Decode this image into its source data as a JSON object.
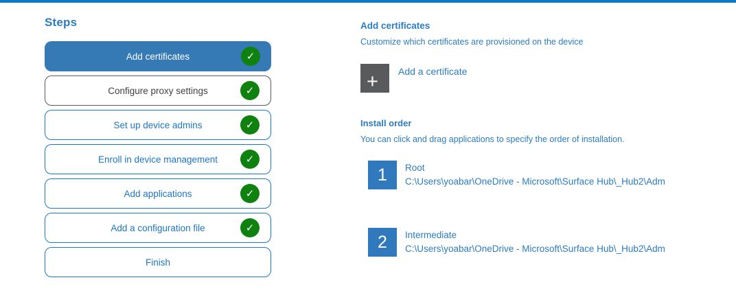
{
  "colors": {
    "accent_bar": "#0f7ac4",
    "active_step_bg": "#3579b5",
    "step_outline_blue": "#1a78d0",
    "step_outline_gray": "#58595b",
    "check_green": "#0e810e",
    "link_blue": "#2b7cc1",
    "tile_gray": "#595a5c",
    "tile_blue": "#3079bc"
  },
  "icons": {
    "check": "✓",
    "plus": "+"
  },
  "sidebar": {
    "title": "Steps",
    "steps": [
      {
        "label": "Add certificates",
        "completed": true,
        "active": true
      },
      {
        "label": "Configure proxy settings",
        "completed": true,
        "active": false
      },
      {
        "label": "Set up device admins",
        "completed": true,
        "active": false
      },
      {
        "label": "Enroll in device management",
        "completed": true,
        "active": false
      },
      {
        "label": "Add applications",
        "completed": true,
        "active": false
      },
      {
        "label": "Add a configuration file",
        "completed": true,
        "active": false
      },
      {
        "label": "Finish",
        "completed": false,
        "active": false
      }
    ]
  },
  "main": {
    "section": {
      "title": "Add certificates",
      "subtitle": "Customize which certificates are provisioned on the device"
    },
    "add_button": {
      "label": "Add a certificate"
    },
    "install_order": {
      "title": "Install order",
      "subtitle": "You can click and drag applications to specify the order of installation.",
      "items": [
        {
          "index": "1",
          "name": "Root",
          "path": "C:\\Users\\yoabar\\OneDrive - Microsoft\\Surface Hub\\_Hub2\\Adm"
        },
        {
          "index": "2",
          "name": "Intermediate",
          "path": "C:\\Users\\yoabar\\OneDrive - Microsoft\\Surface Hub\\_Hub2\\Adm"
        }
      ]
    }
  }
}
